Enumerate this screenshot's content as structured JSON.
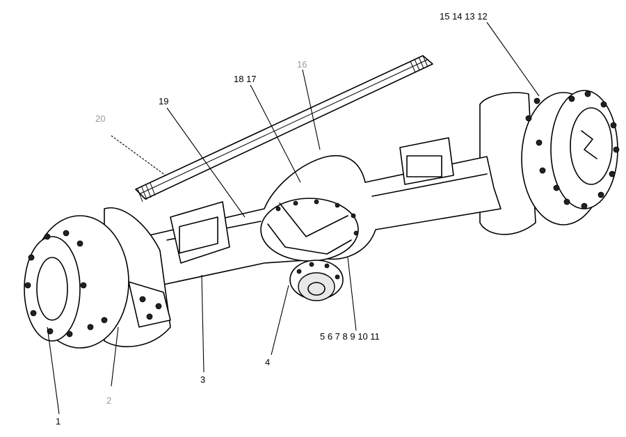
{
  "callouts": {
    "c1": "1",
    "c2": "2",
    "c3": "3",
    "c4": "4",
    "c5_11": "5 6 7 8 9 10 11",
    "c12_15": "15 14 13 12",
    "c16": "16",
    "c17_18": "18 17",
    "c19": "19",
    "c20": "20"
  }
}
